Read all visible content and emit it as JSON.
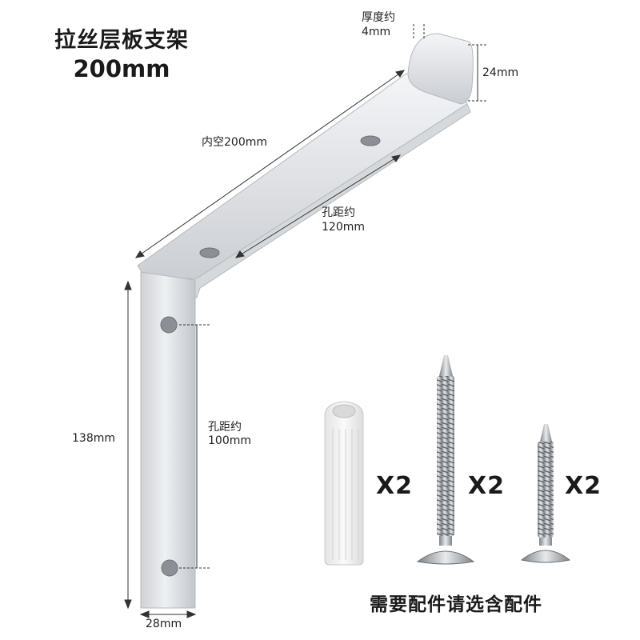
{
  "title": {
    "line1": "拉丝层板支架",
    "line2": "200mm"
  },
  "dimensions": {
    "thickness_label": "厚度约",
    "thickness_value": "4mm",
    "height_value": "24mm",
    "inner_length": "内空200mm",
    "top_hole_label": "孔距约",
    "top_hole_value": "120mm",
    "side_length": "138mm",
    "side_hole_label": "孔距约",
    "side_hole_value": "100mm",
    "width_value": "28mm"
  },
  "accessories": {
    "anchor_qty": "X2",
    "long_screw_qty": "X2",
    "short_screw_qty": "X2",
    "caption": "需要配件请选含配件"
  }
}
